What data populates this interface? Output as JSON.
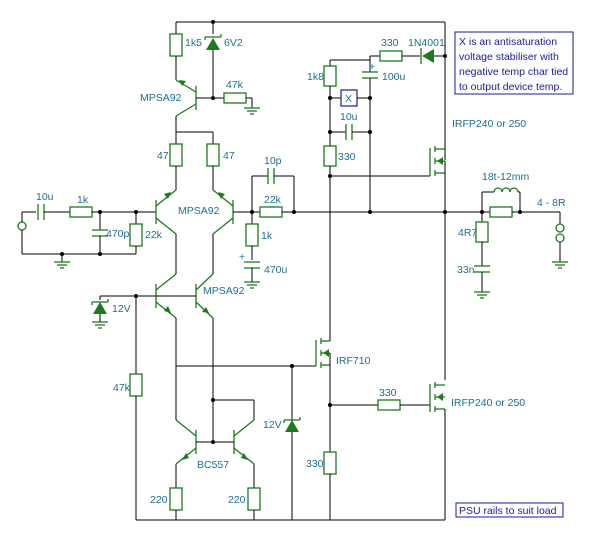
{
  "note_box": {
    "line1": "X is an antisaturation",
    "line2": "voltage stabiliser with",
    "line3": "negative temp char tied",
    "line4": "to output device temp."
  },
  "psu_note": "PSU rails to suit load",
  "labels": {
    "r_1k5": "1k5",
    "z_6v2": "6V2",
    "r_47k_top": "47k",
    "q_mpsa92_top": "MPSA92",
    "r_47_l": "47",
    "r_47_r": "47",
    "c_10u_in": "10u",
    "r_1k_in": "1k",
    "c_470p": "470p",
    "r_22k_l": "22k",
    "q_mpsa92_mid": "MPSA92",
    "c_10p": "10p",
    "r_22k_fb": "22k",
    "r_1k_fb": "1k",
    "c_470u": "470u",
    "q_mpsa92_low": "MPSA92",
    "z_12v_l": "12V",
    "r_47k_l": "47k",
    "q_bc557": "BC557",
    "r_220_l": "220",
    "r_220_r": "220",
    "z_12v_r": "12V",
    "r_1k8": "1k8",
    "x_box": "X",
    "c_10u_x": "10u",
    "r_330_x": "330",
    "r_330_top": "330",
    "d_1n4001": "1N4001",
    "c_100u": "100u",
    "q_irfp_top": "IRFP240 or 250",
    "q_irf710": "IRF710",
    "r_330_mid": "330",
    "q_irfp_bot": "IRFP240 or 250",
    "r_330_bot": "330",
    "l_coil": "18t-12mm",
    "r_4r7": "4R7",
    "c_33n": "33n",
    "out_load": "4 - 8R"
  },
  "colors": {
    "wire": "#000000",
    "component": "#1e7a1e",
    "label": "#1f6f8f",
    "note": "#1a1aa0"
  }
}
